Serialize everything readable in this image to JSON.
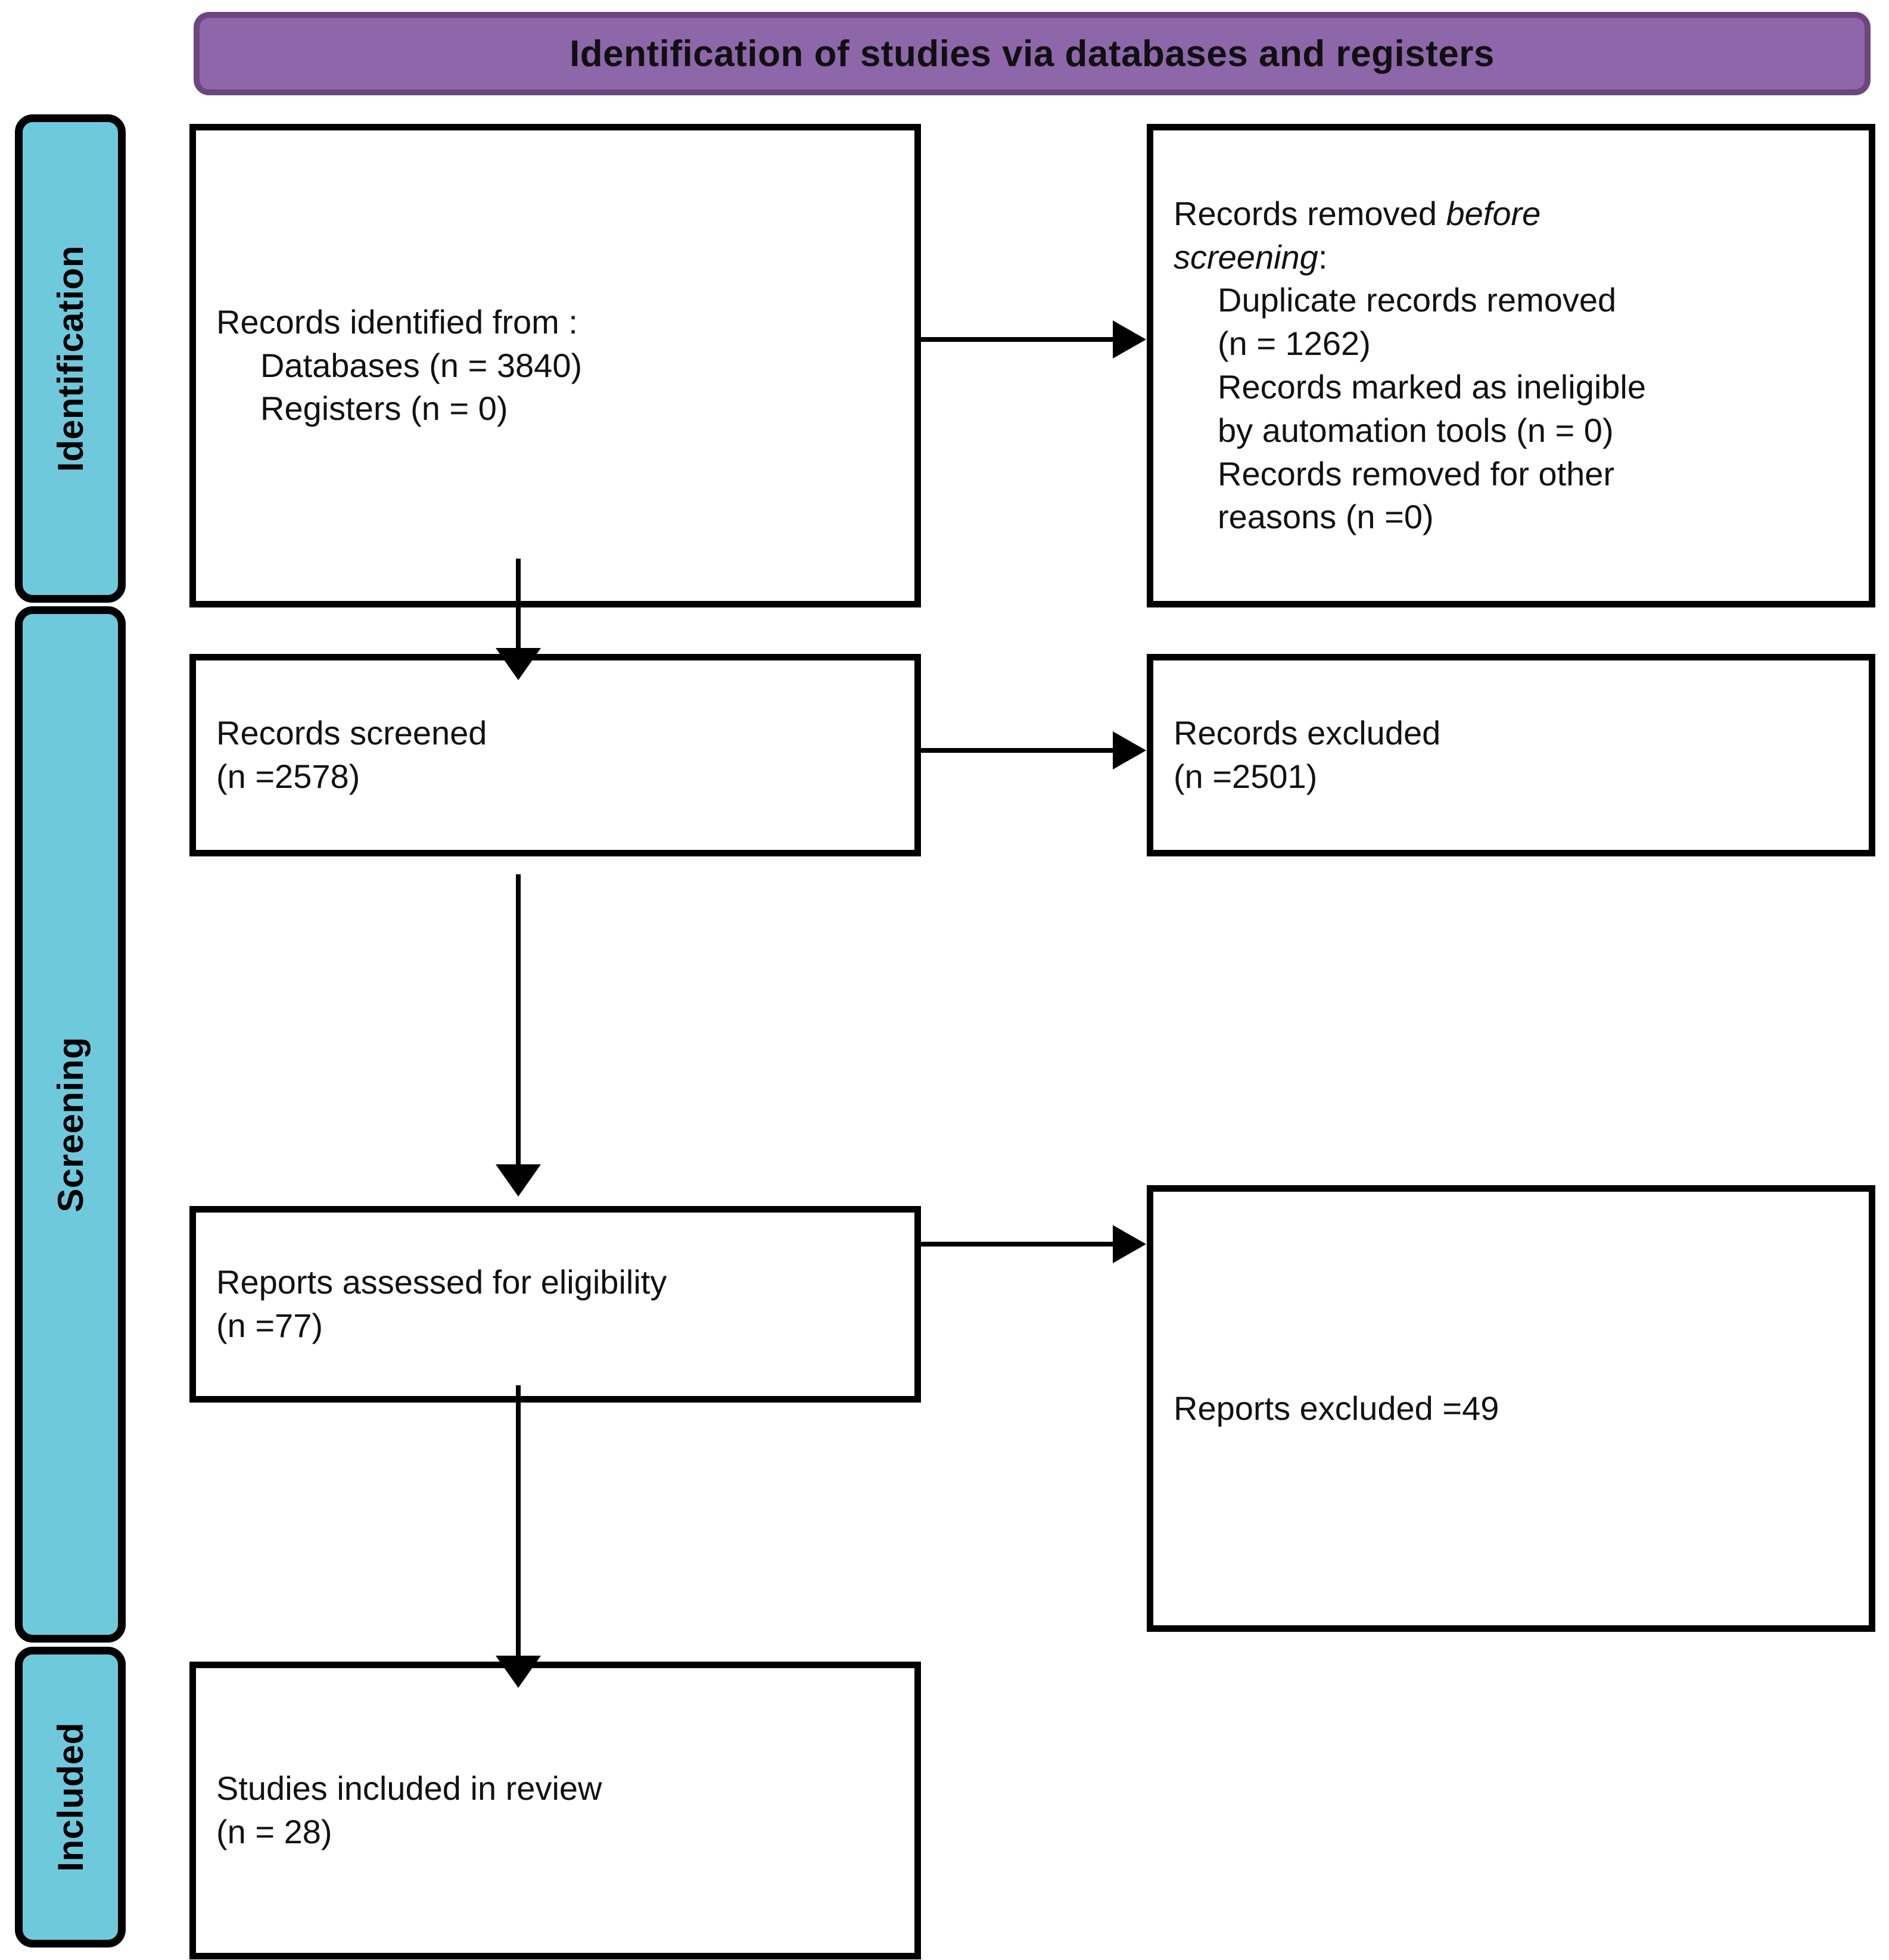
{
  "banner": {
    "title": "Identification of studies via databases and registers",
    "fill_color": "#8e66aa",
    "border_color": "#6d467f"
  },
  "stages": {
    "fill_color": "#6fc9dd",
    "identification": "Identification",
    "screening": "Screening",
    "included": "Included"
  },
  "boxes": {
    "identified": {
      "line1": "Records identified from :",
      "line2": "Databases (n = 3840)",
      "line3": "Registers (n = 0)"
    },
    "removed": {
      "line1a": "Records removed ",
      "line1b": "before",
      "line2": "screening",
      "line2b": ":",
      "line3": "Duplicate records removed",
      "line4": "(n = 1262)",
      "line5": "Records marked as ineligible",
      "line6": "by automation tools (n = 0)",
      "line7": "Records removed for other",
      "line8": "reasons (n =0)"
    },
    "screened": {
      "line1": "Records screened",
      "line2": "(n =2578)"
    },
    "excluded": {
      "line1": "Records excluded",
      "line2": "(n =2501)"
    },
    "eligible": {
      "line1": "Reports assessed for eligibility",
      "line2": "(n =77)"
    },
    "reports_excluded": {
      "line1": "Reports excluded =49"
    },
    "included": {
      "line1": "Studies included in review",
      "line2": "(n = 28)"
    }
  },
  "flow_data": {
    "type": "prisma-flow",
    "records_identified_databases": 3840,
    "records_identified_registers": 0,
    "duplicate_records_removed": 1262,
    "records_marked_ineligible_by_automation": 0,
    "records_removed_other_reasons": 0,
    "records_screened": 2578,
    "records_excluded": 2501,
    "reports_assessed_for_eligibility": 77,
    "reports_excluded": 49,
    "studies_included_in_review": 28
  }
}
